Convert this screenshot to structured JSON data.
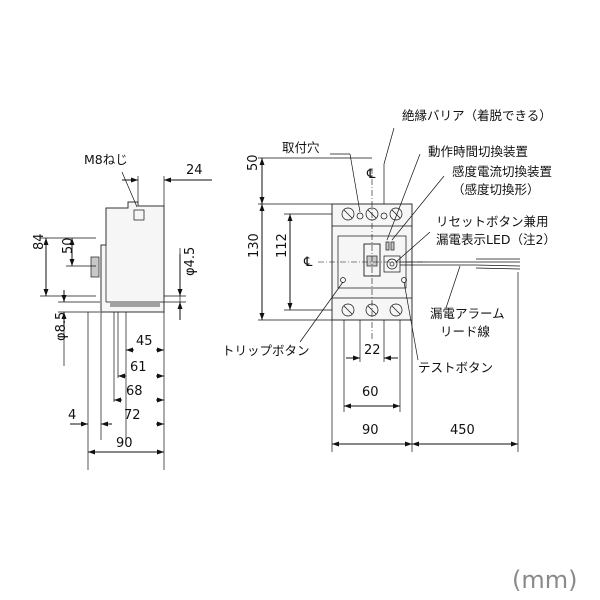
{
  "labels": {
    "m8_screw": "M8ねじ",
    "mounting_hole": "取付穴",
    "insulation_barrier": "絶縁バリア（着脱できる）",
    "time_switch": "動作時間切換装置",
    "current_switch": "感度電流切換装置",
    "current_switch_note": "（感度切換形）",
    "reset_button": "リセットボタン兼用",
    "leak_led": "漏電表示LED（注2）",
    "alarm_wire_1": "漏電アラーム",
    "alarm_wire_2": "リード線",
    "trip_button": "トリップボタン",
    "test_button": "テストボタン"
  },
  "dimensions": {
    "d24": "24",
    "d84": "84",
    "d50_side": "50",
    "d4_5": "φ4.5",
    "d8_5": "φ8.5",
    "d45": "45",
    "d61": "61",
    "d68": "68",
    "d72": "72",
    "d4": "4",
    "d90_side": "90",
    "d50_front": "50",
    "d130": "130",
    "d112": "112",
    "d22": "22",
    "d60": "60",
    "d90_front": "90",
    "d450": "450"
  },
  "centerline_mark": "℄",
  "unit": "(mm)"
}
